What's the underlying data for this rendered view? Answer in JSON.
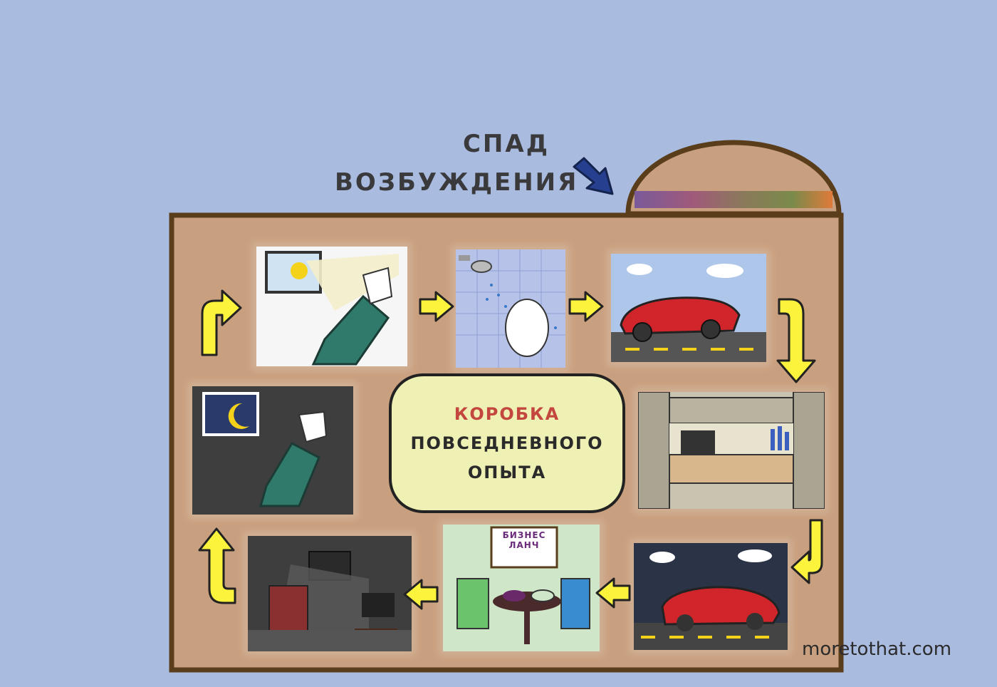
{
  "title": {
    "line1": "СПАД",
    "line2": "ВОЗБУЖДЕНИЯ"
  },
  "center": {
    "line1": "КОРОБКА",
    "line2": "ПОВСЕДНЕВНОГО",
    "line3": "ОПЫТА"
  },
  "lunch_sign": "БИЗНЕС ЛАНЧ",
  "credit": "moretothat.com",
  "colors": {
    "background": "#aabbe0",
    "box_fill": "#c9a07f",
    "box_border": "#5a3d1a",
    "arrow_yellow": "#fbf33c",
    "pointer_arrow": "#263f8f",
    "highlight_red": "#c4473f"
  },
  "icons": [
    "pointer-arrow-icon",
    "yellow-arrow-icon",
    "sun-icon",
    "moon-icon",
    "car-icon",
    "shower-icon"
  ]
}
